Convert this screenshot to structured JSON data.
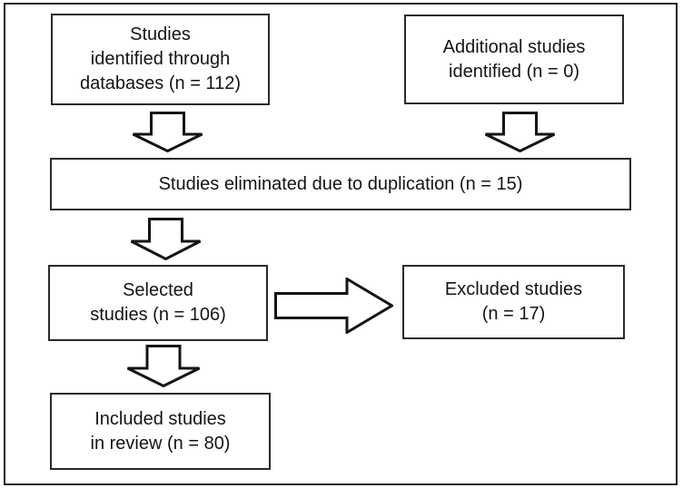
{
  "figure": {
    "kind": "study-selection-flow-diagram",
    "colors": {
      "background": "#ffffff",
      "line": "#222222",
      "text": "#141414"
    },
    "boxes": {
      "identified": {
        "lines": [
          "Studies",
          "identified through",
          "databases (n = 112)"
        ]
      },
      "additional": {
        "lines": [
          "Additional studies",
          "identified (n = 0)"
        ]
      },
      "eliminated": {
        "lines": [
          "Studies eliminated due to duplication (n = 15)"
        ]
      },
      "selected": {
        "lines": [
          "Selected",
          "studies (n = 106)"
        ]
      },
      "excluded": {
        "lines": [
          "Excluded studies",
          "(n = 17)"
        ]
      },
      "included": {
        "lines": [
          "Included studies",
          "in review (n = 80)"
        ]
      }
    },
    "edges": [
      {
        "from": "identified",
        "to": "eliminated",
        "direction": "down",
        "icon": "down-arrow"
      },
      {
        "from": "additional",
        "to": "eliminated",
        "direction": "down",
        "icon": "down-arrow"
      },
      {
        "from": "eliminated",
        "to": "selected",
        "direction": "down",
        "icon": "down-arrow"
      },
      {
        "from": "selected",
        "to": "excluded",
        "direction": "right",
        "icon": "right-arrow"
      },
      {
        "from": "selected",
        "to": "included",
        "direction": "down",
        "icon": "down-arrow"
      }
    ]
  }
}
